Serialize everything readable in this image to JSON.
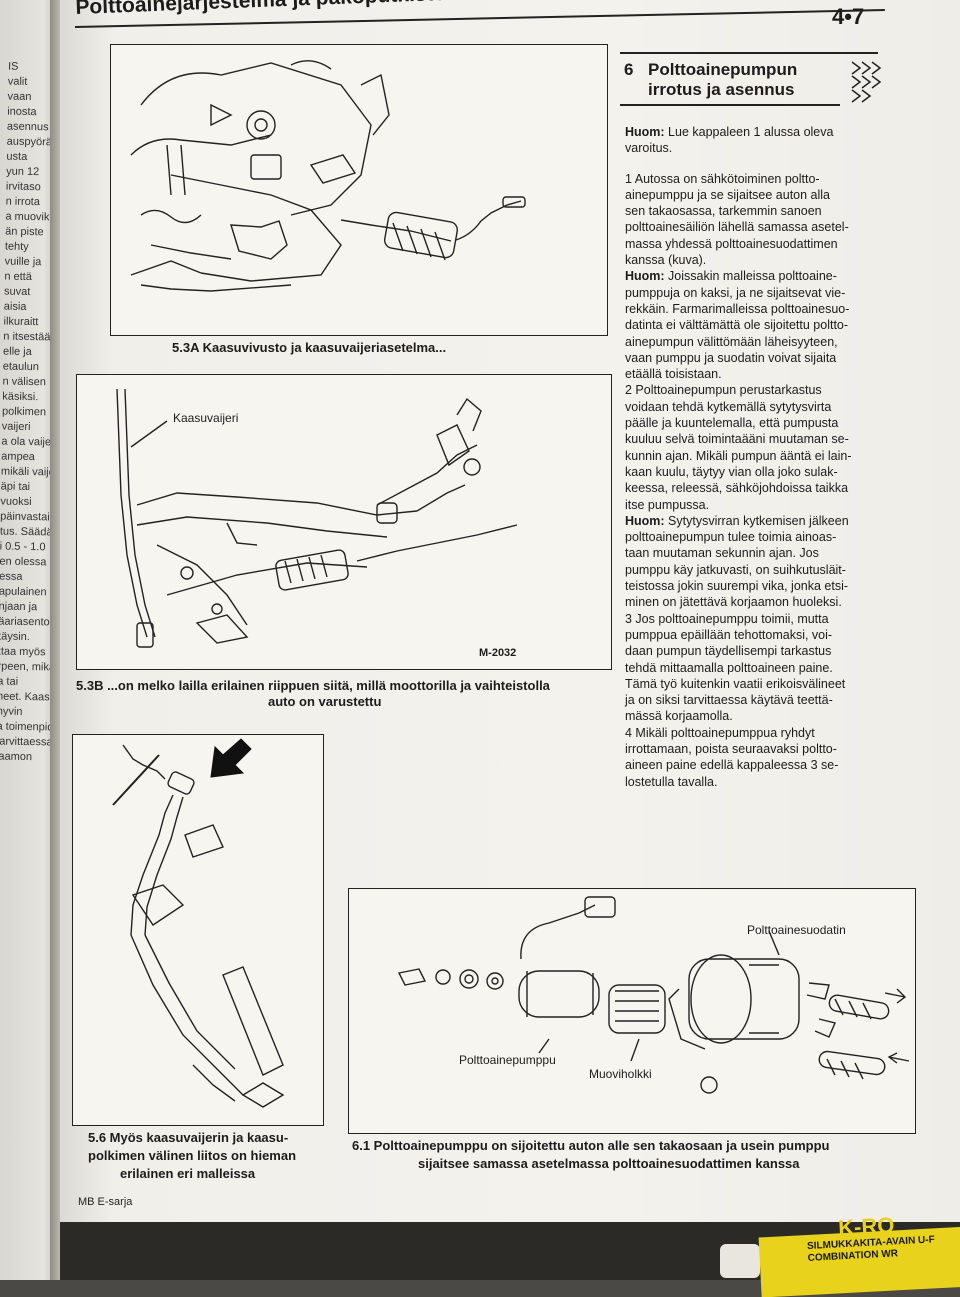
{
  "header": {
    "title": "Polttoainejärjestelmä ja pakoputkisto",
    "page_number": "4•7"
  },
  "left_page": {
    "fragments": [
      "IS",
      "valit",
      "vaan",
      "inosta",
      "asennus",
      "auspyörä",
      "usta",
      "yun 12",
      "irvitaso",
      "n irrota",
      "a muovik",
      "än piste",
      "tehty",
      "vuille ja",
      "n että",
      "suvat",
      "aisia",
      "ilkuraitt",
      "n itsestään",
      "elle ja",
      "etaulun",
      "n välisen",
      "käsiksi.",
      "polkimen",
      "vaijeri",
      "a ola vaijeri",
      "ampea",
      "mikäli vaijeri",
      "äpi tai",
      "vuoksi",
      "päinvastai",
      "tus. Säädä",
      "i 0.5 - 1.0",
      "en olessa",
      "essa",
      "apulainen",
      "njaan ja",
      "äariasento",
      "täysin.",
      "ttaa myös",
      "rpeen, mikäli",
      "a tai",
      "neet. Kaasu",
      "hyvin",
      "a toimenpide",
      "tarvittaessa",
      "jaamon"
    ]
  },
  "figures": {
    "fig_5_3a": {
      "caption": "5.3A Kaasuvivusto ja kaasuvaijeriasetelma..."
    },
    "fig_5_3b": {
      "label_cable": "Kaasuvaijeri",
      "code": "M-2032",
      "caption_line1": "5.3B ...on melko lailla erilainen riippuen siitä, millä moottorilla ja vaihteistolla",
      "caption_line2": "auto on varustettu"
    },
    "fig_5_6": {
      "caption_line1": "5.6 Myös kaasuvaijerin ja kaasu-",
      "caption_line2": "polkimen välinen liitos on hieman",
      "caption_line3": "erilainen eri malleissa"
    },
    "fig_6_1": {
      "label_filter": "Polttoainesuodatin",
      "label_pump": "Polttoainepumppu",
      "label_sleeve": "Muoviholkki",
      "caption_line1": "6.1 Polttoainepumppu on sijoitettu auton alle sen takaosaan ja usein pumppu",
      "caption_line2": "sijaitsee samassa asetelmassa polttoainesuodattimen kanssa"
    }
  },
  "section": {
    "number": "6",
    "title_line1": "Polttoainepumpun",
    "title_line2": "irrotus ja asennus",
    "difficulty_icon": "wrench-difficulty-icon",
    "body": [
      {
        "bold": "Huom:",
        "text": " Lue kappaleen 1 alussa oleva"
      },
      {
        "text": "varoitus."
      },
      {
        "gap": true
      },
      {
        "text": "1   Autossa on sähkötoiminen poltto-"
      },
      {
        "text": "ainepumppu ja se sijaitsee auton alla"
      },
      {
        "text": "sen takaosassa, tarkemmin sanoen"
      },
      {
        "text": "polttoainesäiliön lähellä samassa asetel-"
      },
      {
        "text": "massa yhdessä polttoainesuodattimen"
      },
      {
        "text": "kanssa (kuva)."
      },
      {
        "bold": "Huom:",
        "text": " Joissakin malleissa polttoaine-"
      },
      {
        "text": "pumppuja on kaksi, ja ne sijaitsevat vie-"
      },
      {
        "text": "rekkäin. Farmarimalleissa polttoainesuo-"
      },
      {
        "text": "datinta ei välttämättä ole sijoitettu poltto-"
      },
      {
        "text": "ainepumpun välittömään läheisyyteen,"
      },
      {
        "text": "vaan pumppu ja suodatin voivat sijaita"
      },
      {
        "text": "etäällä toisistaan."
      },
      {
        "text": "2   Polttoainepumpun      perustarkastus"
      },
      {
        "text": "voidaan tehdä kytkemällä sytytysvirta"
      },
      {
        "text": "päälle ja kuuntelemalla, että pumpusta"
      },
      {
        "text": "kuuluu selvä toimintaääni muutaman se-"
      },
      {
        "text": "kunnin ajan. Mikäli pumpun ääntä ei lain-"
      },
      {
        "text": "kaan kuulu, täytyy vian olla joko sulak-"
      },
      {
        "text": "keessa, releessä, sähköjohdoissa taikka"
      },
      {
        "text": "itse pumpussa."
      },
      {
        "bold": "Huom:",
        "text": " Sytytysvirran kytkemisen jälkeen"
      },
      {
        "text": "polttoainepumpun tulee toimia ainoas-"
      },
      {
        "text": "taan muutaman sekunnin ajan. Jos"
      },
      {
        "text": "pumppu käy jatkuvasti, on suihkutusläit-"
      },
      {
        "text": "teistossa jokin suurempi vika, jonka etsi-"
      },
      {
        "text": "minen on jätettävä korjaamon huoleksi."
      },
      {
        "text": "3   Jos polttoainepumppu toimii, mutta"
      },
      {
        "text": "pumppua epäillään tehottomaksi, voi-"
      },
      {
        "text": "daan pumpun täydellisempi tarkastus"
      },
      {
        "text": "tehdä mittaamalla polttoaineen paine."
      },
      {
        "text": "Tämä työ kuitenkin vaatii erikoisvälineet"
      },
      {
        "text": "ja on siksi tarvittaessa käytävä teettä-"
      },
      {
        "text": "mässä korjaamolla."
      },
      {
        "text": "4   Mikäli polttoainepumppua ryhdyt"
      },
      {
        "text": "irrottamaan, poista seuraavaksi poltto-"
      },
      {
        "text": "aineen paine edellä kappaleessa 3 se-"
      },
      {
        "text": "lostetulla tavalla."
      }
    ]
  },
  "footer": {
    "series": "MB E-sarja"
  },
  "desk_items": {
    "card_line1": "SILMUKKAKITA-AVAIN  U-F",
    "card_line2": "COMBINATION WR",
    "card_brand": "K-RO",
    "card_color": "#e8d21c"
  }
}
